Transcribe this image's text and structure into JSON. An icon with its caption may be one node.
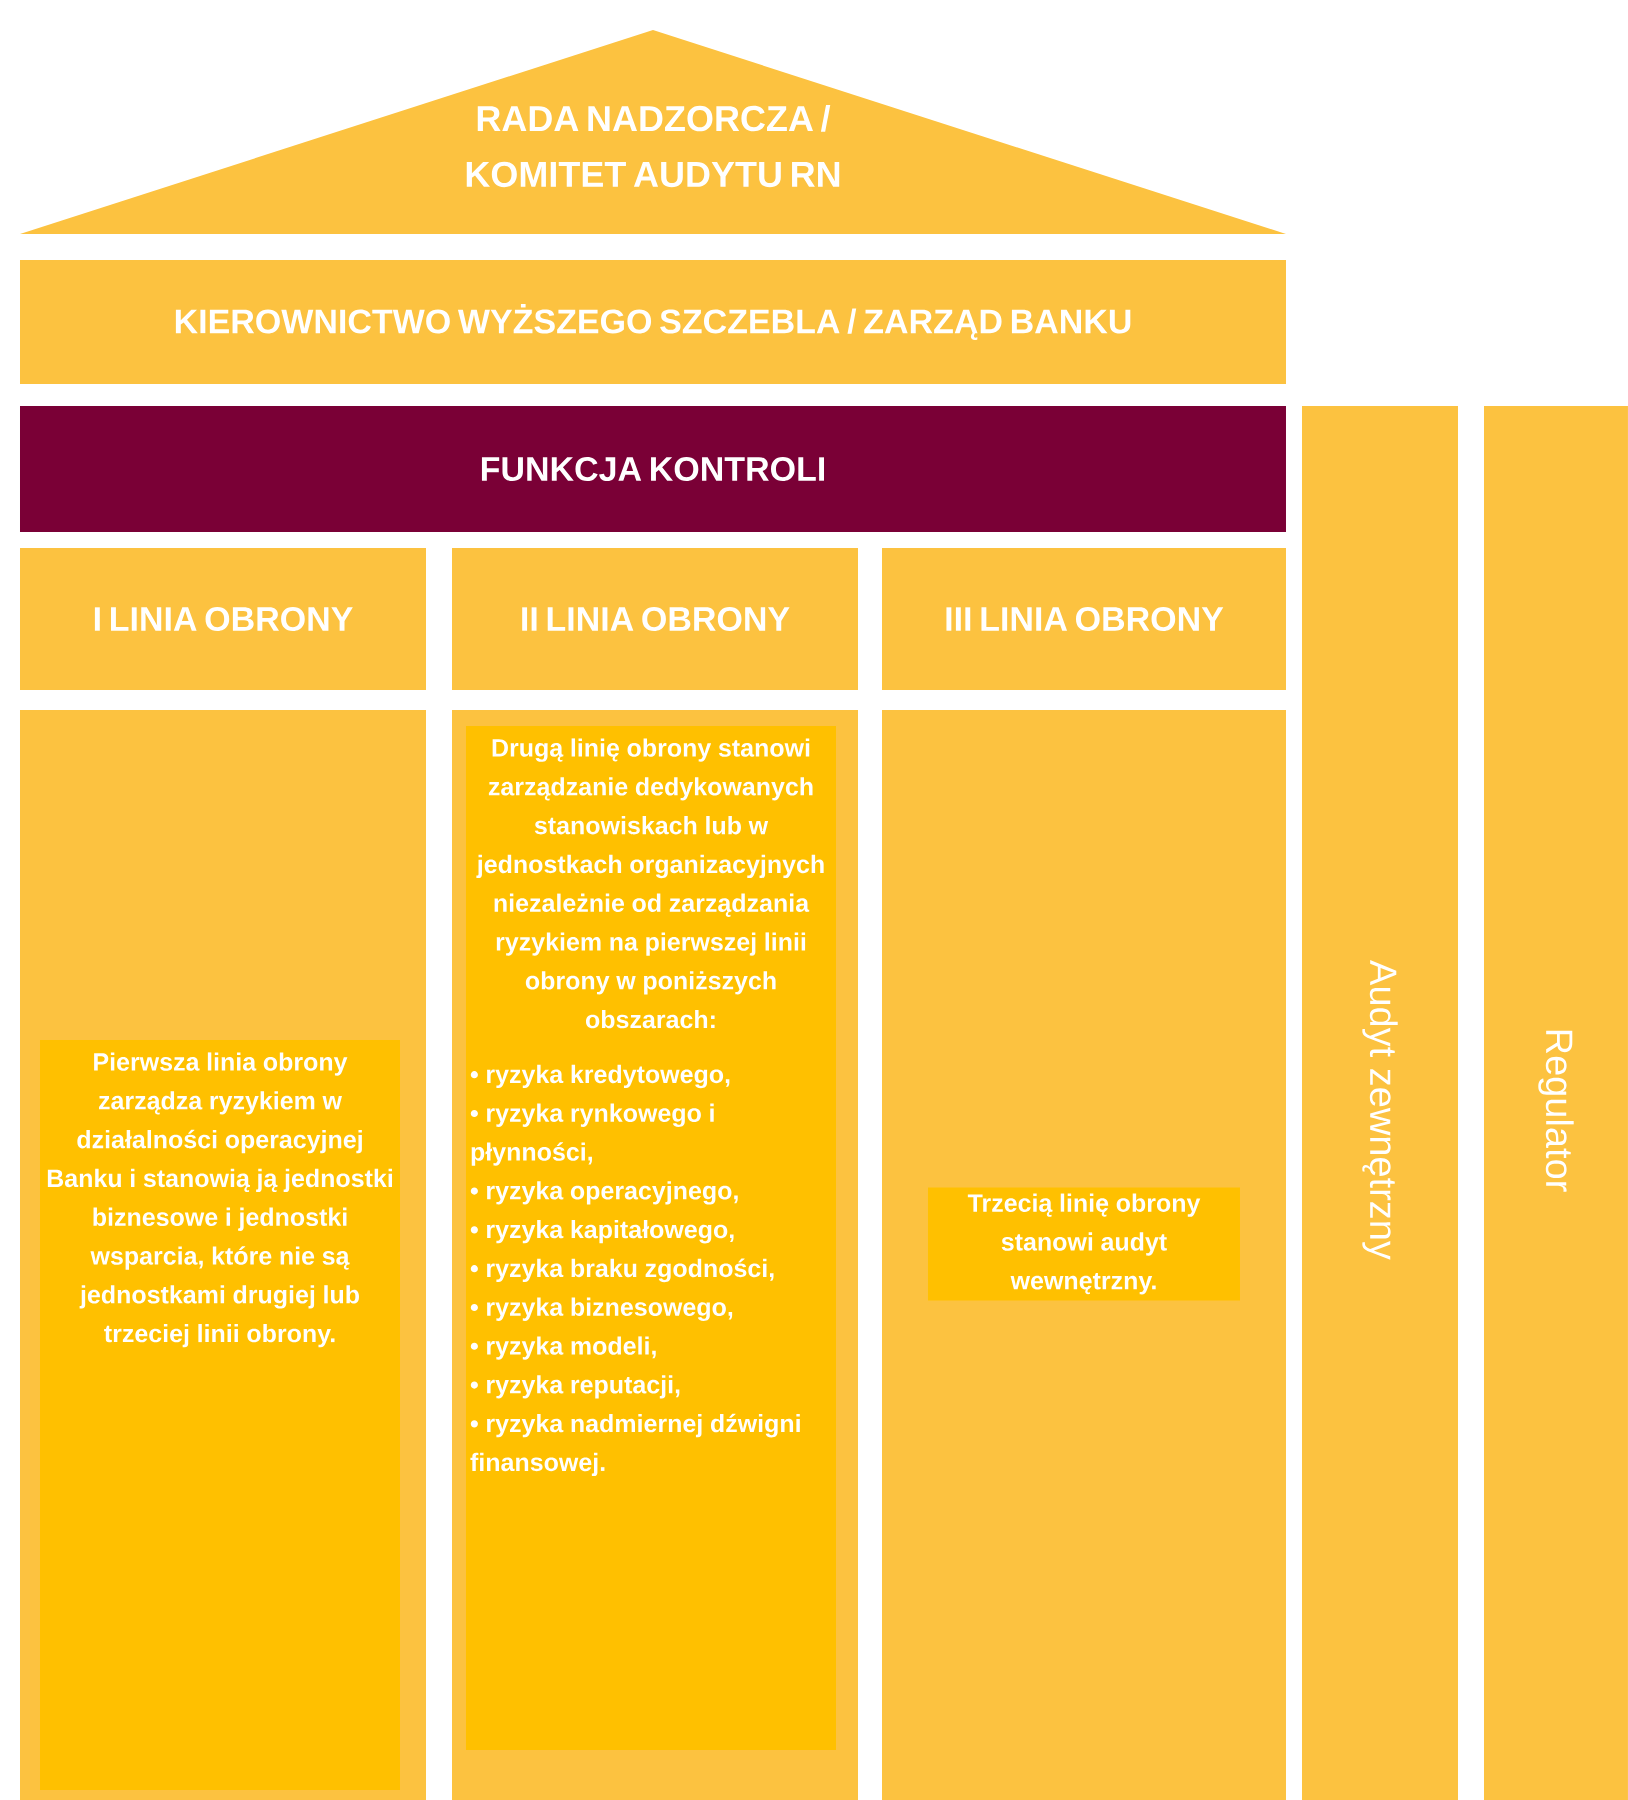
{
  "diagram": {
    "nodes": [
      {
        "text": [
          "RADA NADZORCZA / KOMITET AUDYTU RN"
        ]
      },
      {
        "text": [
          "KIEROWNICTWO WYŻSZEGO SZCZEBLA / ZARZĄD BANKU"
        ]
      },
      {
        "text": [
          "FUNKCJA KONTROLI"
        ]
      },
      {
        "text": [
          "I LINIA OBRONY"
        ]
      },
      {
        "text": [
          "II LINIA OBRONY"
        ]
      },
      {
        "text": [
          "III LINIA OBRONY"
        ]
      },
      {
        "text": [
          "Pierwsza linia obrony zarządza ryzykiem w działalności operacyjnej Banku i stanowią ją jednostki biznesowe i jednostki wsparcia, które nie są jednostkami drugiej lub trzeciej linii obrony."
        ]
      },
      {
        "text": [
          "Drugą linię obrony stanowi zarządzanie dedykowanych stanowiskach lub w jednostkach organizacyjnych niezależnie od zarządzania ryzykiem na pierwszej linii obrony w poniższych obszarach:",
          "• ryzyka kredytowego,",
          "• ryzyka rynkowego i płynności,",
          "• ryzyka operacyjnego,",
          "• ryzyka kapitałowego,",
          "• ryzyka braku zgodności,",
          "• ryzyka biznesowego,",
          "• ryzyka modeli,",
          "• ryzyka reputacji,",
          "• ryzyka nadmiernej dźwigni finansowej."
        ]
      },
      {
        "text": [
          "Trzecią linię obrony stanowi audyt wewnętrzny."
        ]
      },
      {
        "text": [
          "Audyt zewnętrzny"
        ]
      },
      {
        "text": [
          "Regulator"
        ]
      }
    ]
  }
}
